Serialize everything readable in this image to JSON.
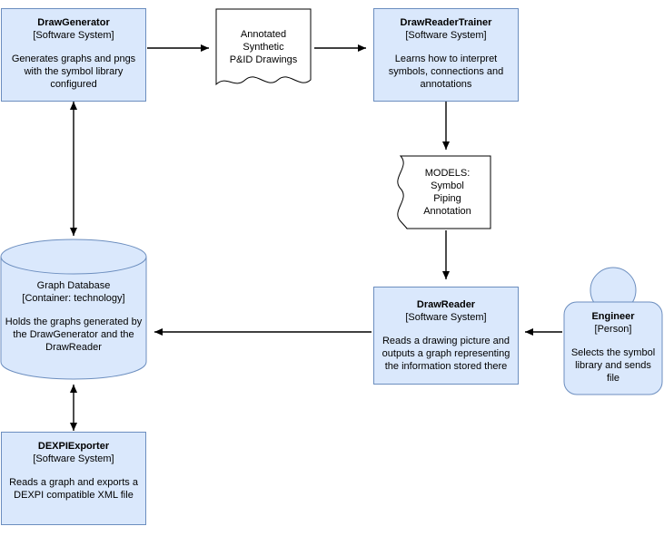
{
  "diagram": {
    "type": "c4-container-diagram",
    "colors": {
      "fill": "#dae8fc",
      "stroke": "#6c8ebf",
      "document_fill": "#ffffff",
      "document_stroke": "#000000",
      "arrow": "#000000",
      "background": "#ffffff"
    },
    "nodes": [
      {
        "id": "drawgenerator",
        "shape": "box",
        "title": "DrawGenerator",
        "subtitle": "[Software System]",
        "description": "Generates graphs and pngs with the symbol library configured"
      },
      {
        "id": "annotated-synthetic-drawings",
        "shape": "document",
        "label": "Annotated\nSynthetic\nP&ID Drawings",
        "line1": "Annotated",
        "line2": "Synthetic",
        "line3": "P&ID Drawings"
      },
      {
        "id": "drawreadertrainer",
        "shape": "box",
        "title": "DrawReaderTrainer",
        "subtitle": "[Software System]",
        "description": "Learns how to interpret symbols, connections and annotations"
      },
      {
        "id": "models",
        "shape": "document",
        "line1": "MODELS:",
        "line2": "Symbol",
        "line3": "Piping",
        "line4": "Annotation"
      },
      {
        "id": "graph-database",
        "shape": "cylinder",
        "title": "Graph Database",
        "subtitle": "[Container: technology]",
        "description": "Holds the graphs generated by the DrawGenerator and the DrawReader"
      },
      {
        "id": "drawreader",
        "shape": "box",
        "title": "DrawReader",
        "subtitle": "[Software System]",
        "description": "Reads a drawing picture and outputs a graph representing the information stored there"
      },
      {
        "id": "engineer",
        "shape": "person",
        "title": "Engineer",
        "subtitle": "[Person]",
        "description": "Selects the symbol library and sends file"
      },
      {
        "id": "dexpiexporter",
        "shape": "box",
        "title": "DEXPIExporter",
        "subtitle": "[Software System]",
        "description": "Reads a graph and exports a DEXPI compatible XML file"
      }
    ],
    "edges": [
      {
        "from": "drawgenerator",
        "to": "annotated-synthetic-drawings",
        "direction": "one-way"
      },
      {
        "from": "annotated-synthetic-drawings",
        "to": "drawreadertrainer",
        "direction": "one-way"
      },
      {
        "from": "drawreadertrainer",
        "to": "models",
        "direction": "one-way"
      },
      {
        "from": "models",
        "to": "drawreader",
        "direction": "one-way"
      },
      {
        "from": "drawreader",
        "to": "graph-database",
        "direction": "one-way"
      },
      {
        "from": "engineer",
        "to": "drawreader",
        "direction": "one-way"
      },
      {
        "from": "drawgenerator",
        "to": "graph-database",
        "direction": "two-way"
      },
      {
        "from": "graph-database",
        "to": "dexpiexporter",
        "direction": "two-way"
      }
    ]
  }
}
